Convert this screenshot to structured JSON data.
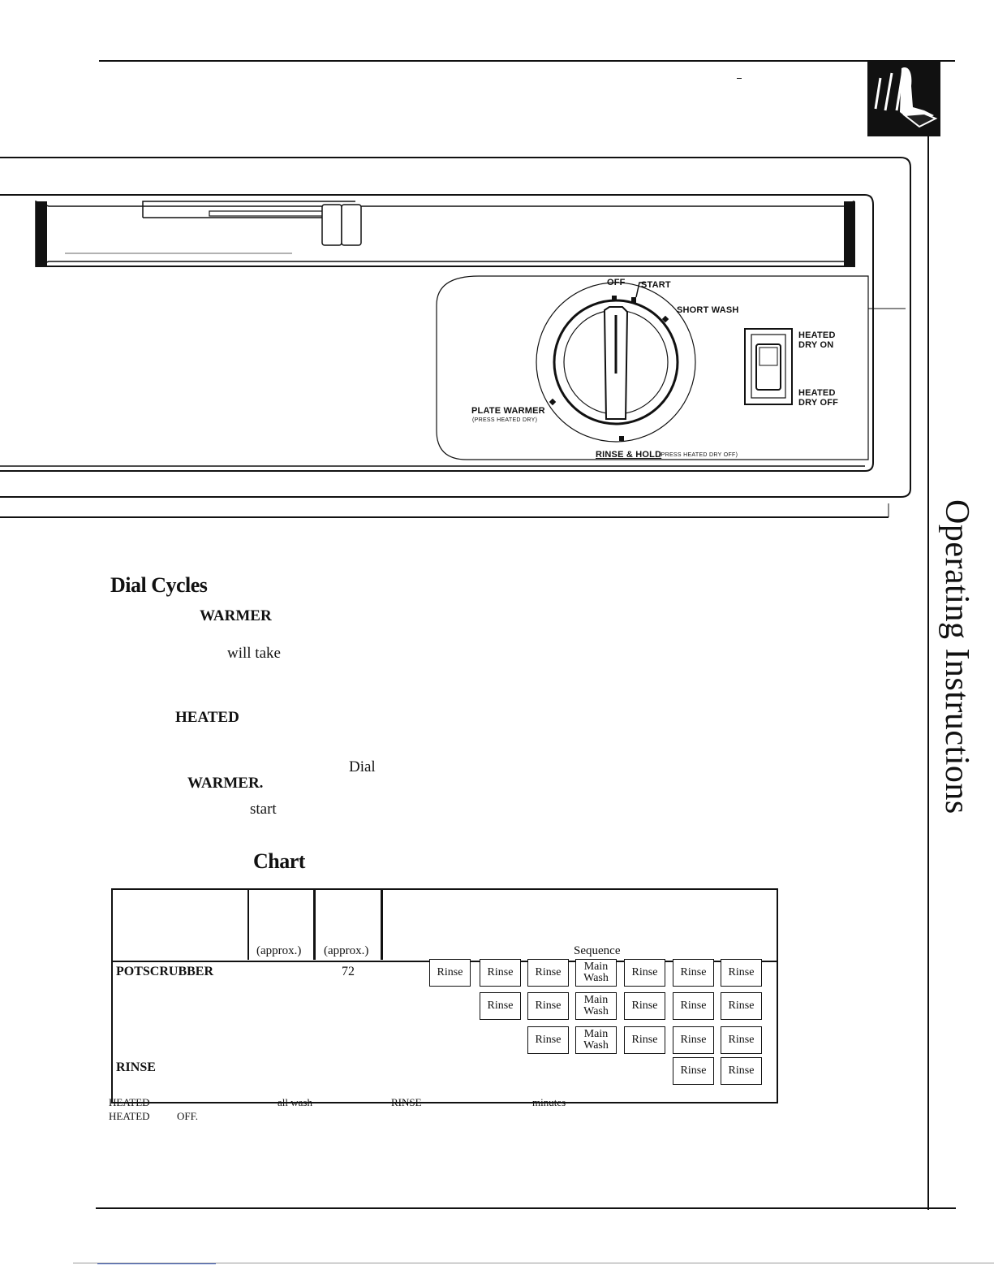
{
  "side_title": "Operating Instructions",
  "control_panel": {
    "dial_positions": {
      "off": "OFF",
      "start": "START",
      "short_wash": "SHORT WASH",
      "plate_warmer": "PLATE WARMER",
      "plate_warmer_note": "(PRESS HEATED DRY)",
      "rinse_hold": "RINSE & HOLD",
      "rinse_hold_note": "(PRESS HEATED DRY OFF)"
    },
    "switch": {
      "on_line1": "HEATED",
      "on_line2": "DRY ON",
      "off_line1": "HEATED",
      "off_line2": "DRY OFF"
    }
  },
  "section": {
    "heading": "Dial Cycles",
    "fragments": {
      "warmer": "WARMER",
      "will_take": "will take",
      "heated": "HEATED",
      "dial": "Dial",
      "warmer_period": "WARMER.",
      "start": "start"
    }
  },
  "chart": {
    "heading": "Chart",
    "header": {
      "col2_sub": "(approx.)",
      "col3_sub": "(approx.)",
      "sequence_label": "Sequence"
    },
    "rows": [
      {
        "name": "POTSCRUBBER",
        "value": "72",
        "steps": [
          "Rinse",
          "Rinse",
          "Rinse",
          "Main Wash",
          "Rinse",
          "Rinse",
          "Rinse"
        ]
      },
      {
        "name": "",
        "value": "",
        "steps": [
          "Rinse",
          "Rinse",
          "Main Wash",
          "Rinse",
          "Rinse",
          "Rinse"
        ]
      },
      {
        "name": "",
        "value": "",
        "steps": [
          "Rinse",
          "Main Wash",
          "Rinse",
          "Rinse",
          "Rinse"
        ]
      },
      {
        "name": "RINSE",
        "value": "",
        "steps": [
          "Rinse",
          "Rinse"
        ]
      }
    ],
    "step_labels": {
      "rinse": "Rinse",
      "main_line1": "Main",
      "main_line2": "Wash"
    },
    "footnotes": {
      "line1": [
        "HEATED",
        "all wash",
        "RINSE",
        "minutes"
      ],
      "line2": [
        "HEATED",
        "OFF."
      ]
    }
  }
}
